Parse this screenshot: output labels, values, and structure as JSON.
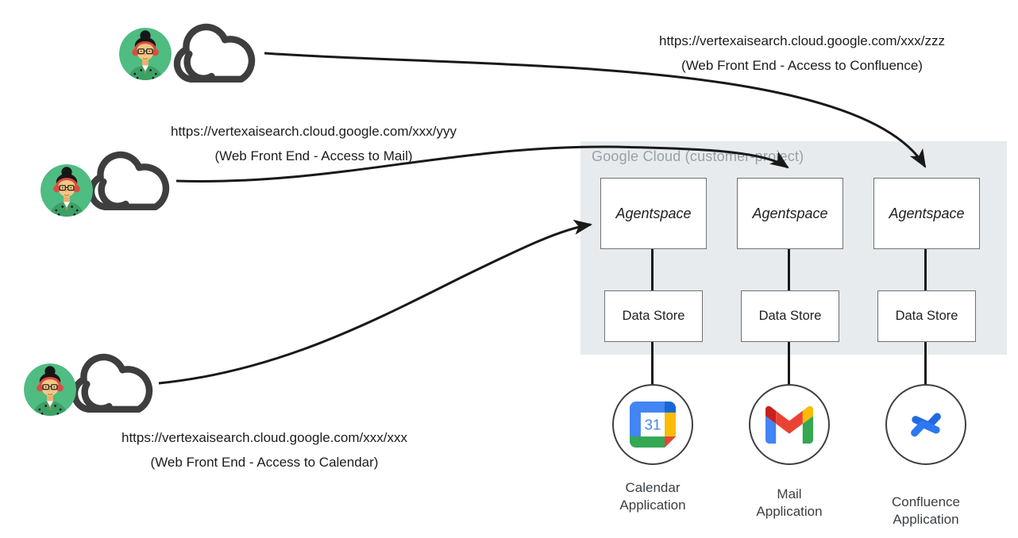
{
  "gcp": {
    "label": "Google Cloud (customer-project)"
  },
  "endpoints": [
    {
      "url": "https://vertexaisearch.cloud.google.com/xxx/zzz",
      "caption": "(Web Front End - Access to Confluence)"
    },
    {
      "url": "https://vertexaisearch.cloud.google.com/xxx/yyy",
      "caption": "(Web Front End - Access to Mail)"
    },
    {
      "url": "https://vertexaisearch.cloud.google.com/xxx/xxx",
      "caption": "(Web Front End - Access to Calendar)"
    }
  ],
  "users": [
    {
      "avatar": "woman-headset-avatar",
      "icon": "cloud-icon"
    },
    {
      "avatar": "woman-headset-avatar",
      "icon": "cloud-icon"
    },
    {
      "avatar": "woman-headset-avatar",
      "icon": "cloud-icon"
    }
  ],
  "columns": [
    {
      "service": "Agentspace",
      "store": "Data Store",
      "app_icon": "google-calendar-icon",
      "app_line1": "Calendar",
      "app_line2": "Application",
      "calendar_day": "31"
    },
    {
      "service": "Agentspace",
      "store": "Data Store",
      "app_icon": "gmail-icon",
      "app_line1": "Mail",
      "app_line2": "Application"
    },
    {
      "service": "Agentspace",
      "store": "Data Store",
      "app_icon": "confluence-icon",
      "app_line1": "Confluence",
      "app_line2": "Application"
    }
  ],
  "colors": {
    "container_bg": "#e8ebee",
    "container_label": "#9aa0a6",
    "arrow": "#191919",
    "box_border": "#6e7275",
    "avatar_green": "#4fbc81",
    "headset_red": "#e04a3f",
    "calendar_blue": "#4285f4",
    "calendar_dark_blue": "#1967d2",
    "calendar_yellow": "#fbbc04",
    "calendar_green": "#34a853",
    "calendar_red": "#ea4335",
    "gmail_red": "#ea4335",
    "gmail_dark_red": "#c5221f",
    "gmail_blue": "#4285f4",
    "gmail_green": "#34a853",
    "gmail_yellow": "#fbbc04",
    "confluence_blue_dark": "#2368e0",
    "confluence_blue": "#2b78f0"
  }
}
